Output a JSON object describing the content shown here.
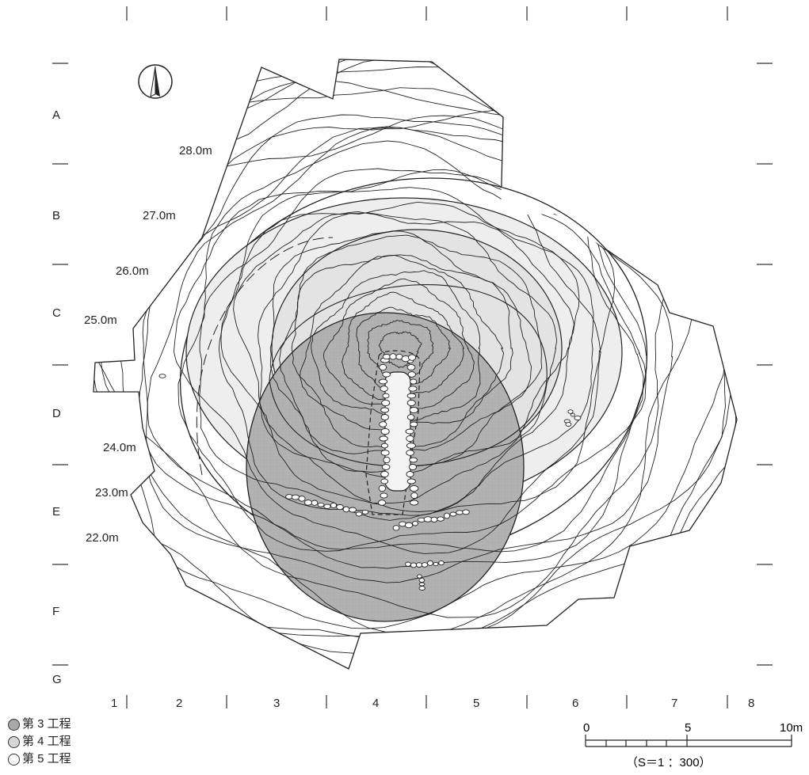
{
  "grid": {
    "rows": [
      "A",
      "B",
      "C",
      "D",
      "E",
      "F",
      "G"
    ],
    "columns": [
      "1",
      "2",
      "3",
      "4",
      "5",
      "6",
      "7",
      "8"
    ]
  },
  "contour_labels": [
    "28.0m",
    "27.0m",
    "26.0m",
    "25.0m",
    "24.0m",
    "23.0m",
    "22.0m"
  ],
  "legend": [
    {
      "label": "第 3 工程",
      "color": "#a9a9a9"
    },
    {
      "label": "第 4 工程",
      "color": "#d6d6d6"
    },
    {
      "label": "第 5 工程",
      "color": "#ffffff"
    }
  ],
  "scale": {
    "tick_labels": [
      "0",
      "5",
      "10m"
    ],
    "ratio": "（S＝1 ：300）"
  },
  "north_arrow": "north-arrow-icon"
}
